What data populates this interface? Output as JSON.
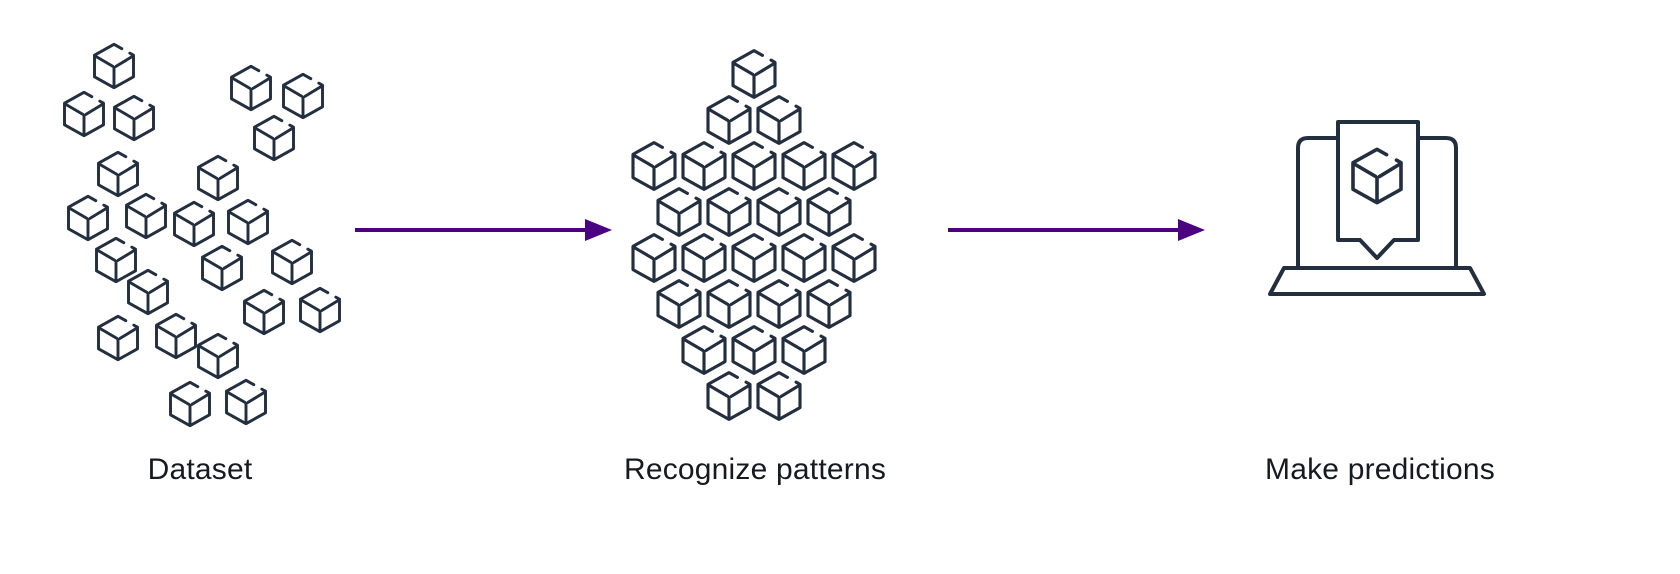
{
  "diagram": {
    "colors": {
      "background": "#ffffff",
      "icon_stroke": "#232f3e",
      "arrow": "#4b0082",
      "label_text": "#16191f"
    },
    "steps": [
      {
        "label": "Dataset",
        "icon": "scattered-cubes-icon"
      },
      {
        "label": "Recognize patterns",
        "icon": "pattern-cubes-icon"
      },
      {
        "label": "Make predictions",
        "icon": "laptop-cube-icon"
      }
    ],
    "arrows": [
      {
        "name": "arrow-dataset-to-patterns"
      },
      {
        "name": "arrow-patterns-to-predictions"
      }
    ]
  }
}
